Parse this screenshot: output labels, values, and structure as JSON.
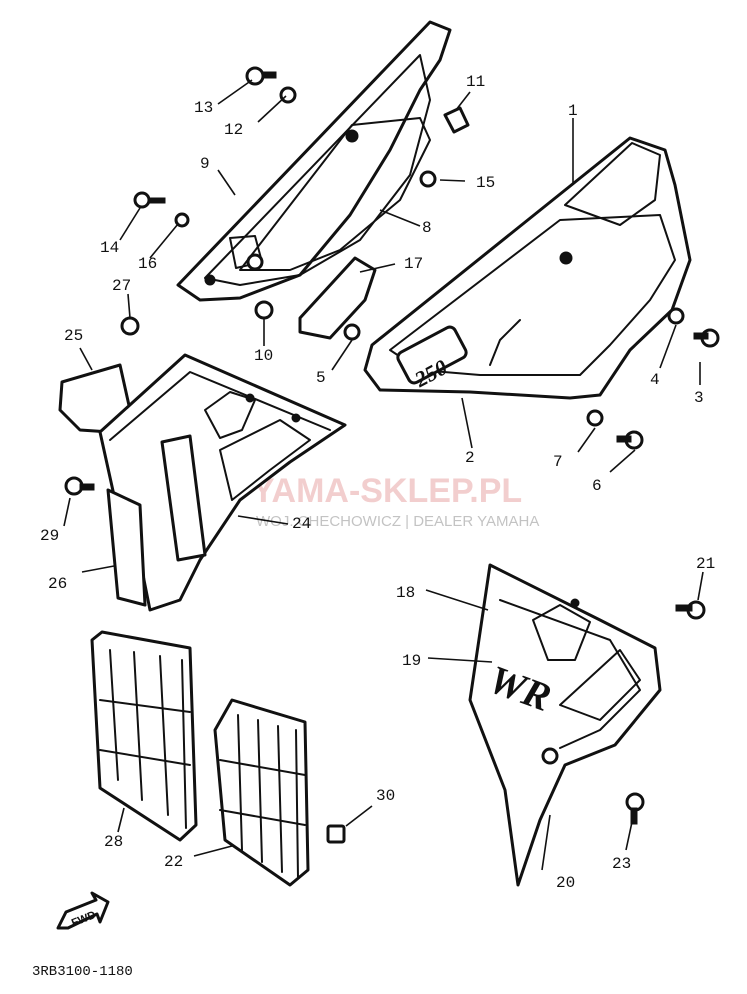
{
  "diagram": {
    "drawing_code": "3RB3100-1180",
    "fwd_label": "FWD",
    "watermark": {
      "title": "YAMA-SKLEP.PL",
      "subtitle": "WOJ. CHECHOWICZ | DEALER YAMAHA"
    },
    "side_cover_badge": "250",
    "shroud_badge": "WR",
    "callouts": [
      "1",
      "2",
      "3",
      "4",
      "5",
      "6",
      "7",
      "8",
      "9",
      "10",
      "11",
      "12",
      "13",
      "14",
      "15",
      "16",
      "17",
      "18",
      "19",
      "20",
      "21",
      "22",
      "23",
      "24",
      "25",
      "26",
      "27",
      "28",
      "29",
      "30"
    ]
  }
}
